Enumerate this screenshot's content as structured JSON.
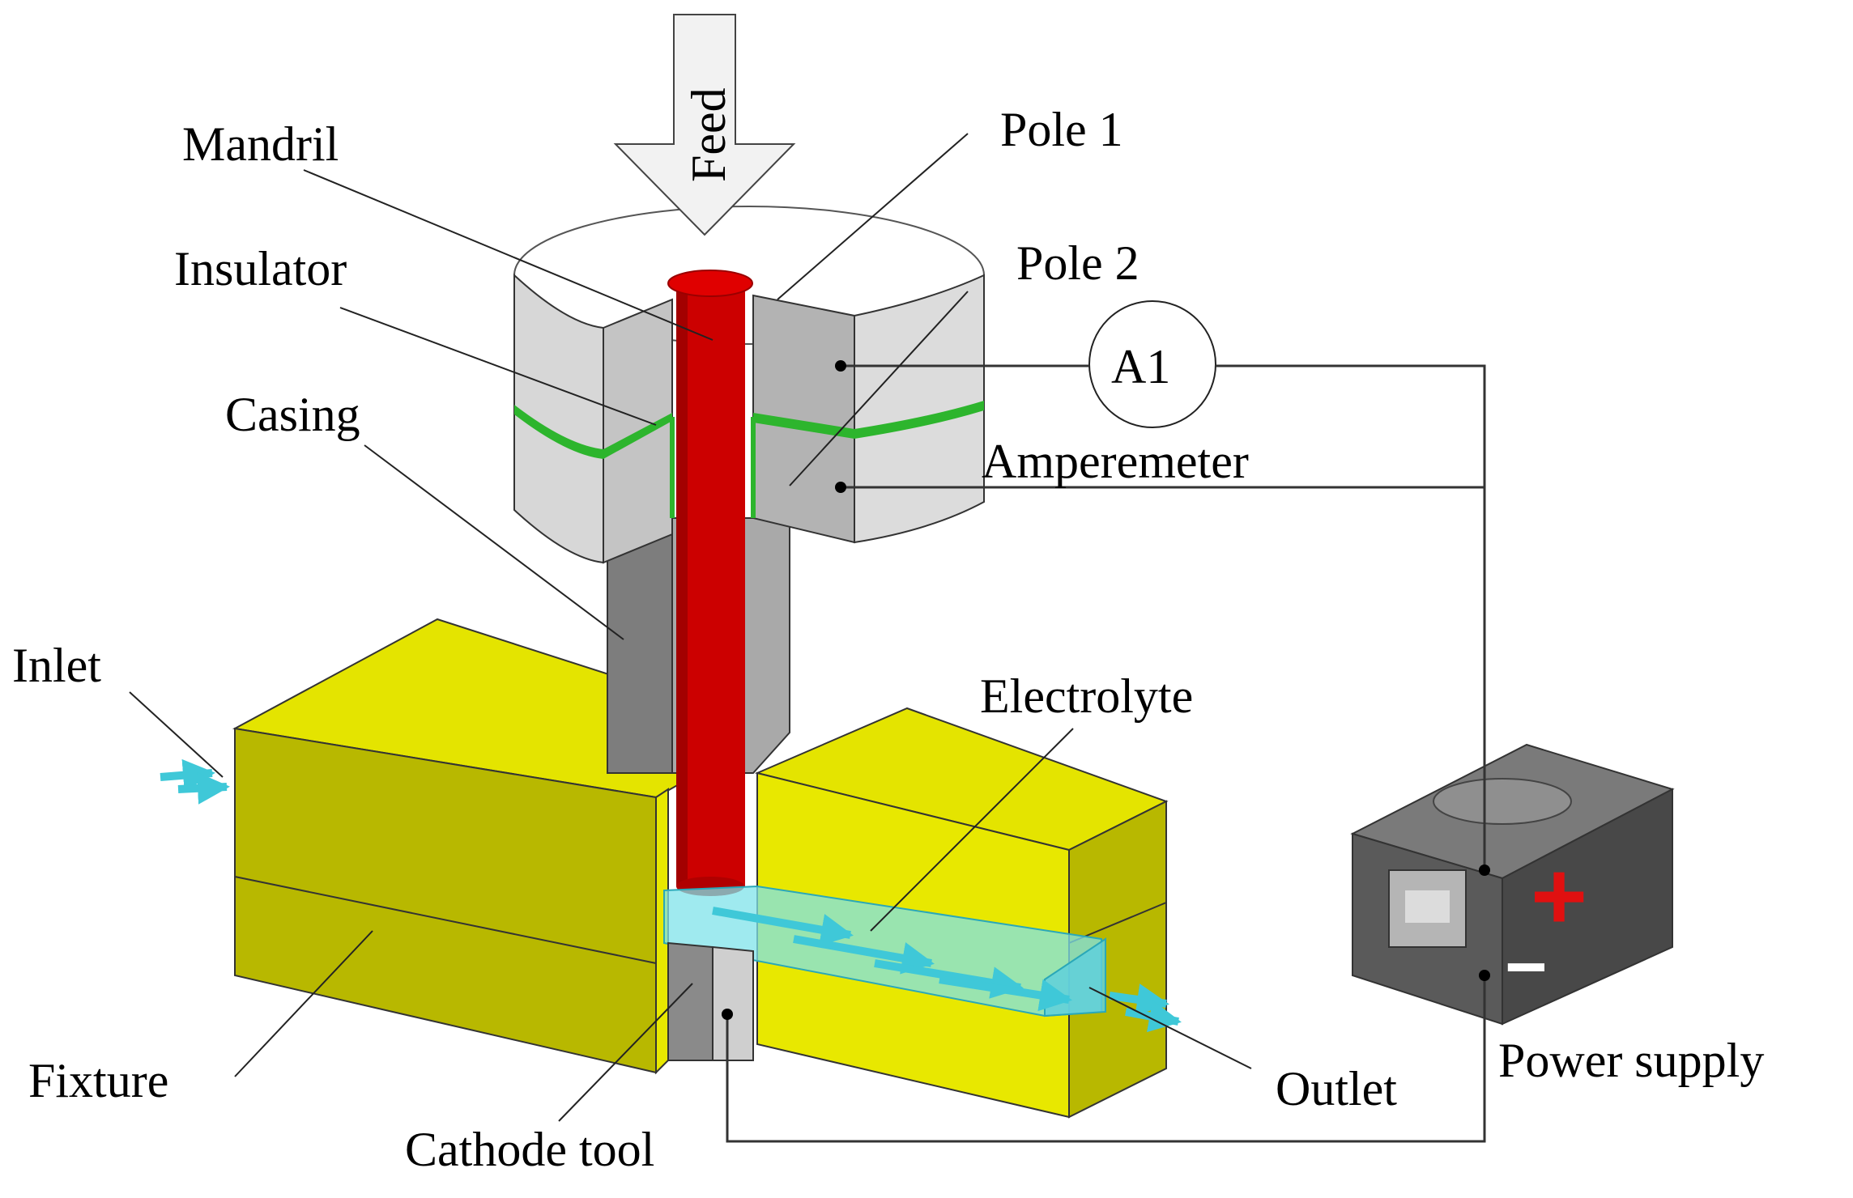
{
  "diagram": {
    "labels": {
      "feed": "Feed",
      "mandril": "Mandril",
      "pole1": "Pole 1",
      "pole2": "Pole 2",
      "insulator": "Insulator",
      "casing": "Casing",
      "ammeter_symbol": "A1",
      "amperemeter": "Amperemeter",
      "inlet": "Inlet",
      "electrolyte": "Electrolyte",
      "power_supply": "Power supply",
      "fixture": "Fixture",
      "outlet": "Outlet",
      "cathode_tool": "Cathode tool"
    },
    "polarity": {
      "positive": "+",
      "negative": "−"
    },
    "colors": {
      "mandril": "#cc0000",
      "insulator": "#2db52d",
      "fixture": "#e0e000",
      "fixture_side": "#b3b300",
      "electrolyte": "#5fd8e0",
      "casing": "#8a8a8a",
      "pole": "#bdbdbd",
      "power_supply_body": "#5a5a5a",
      "plus_sign": "#e01010"
    }
  }
}
